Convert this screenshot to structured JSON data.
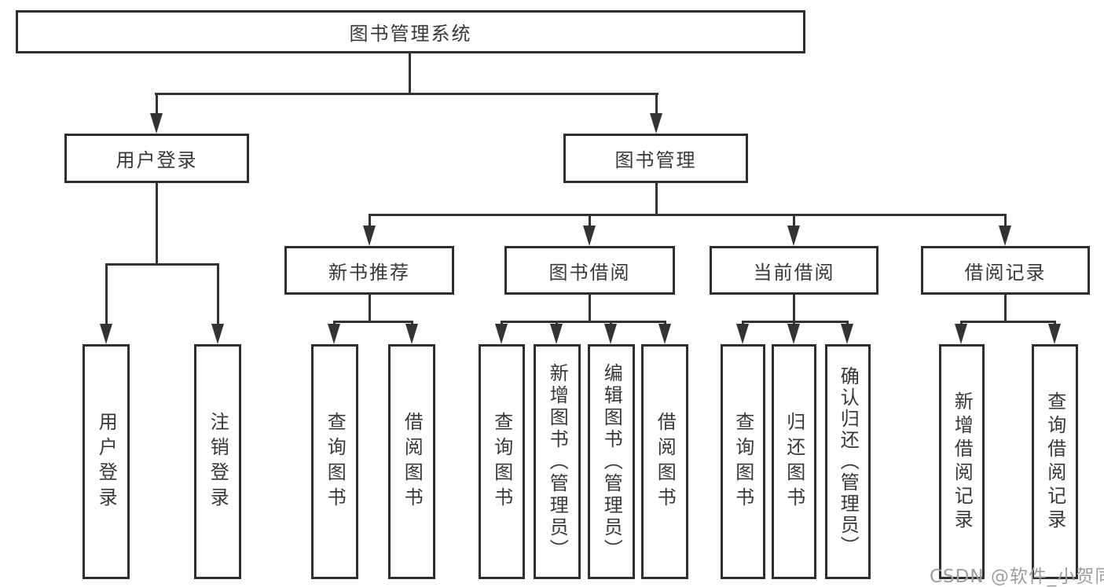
{
  "tree": {
    "label": "图书管理系统",
    "children": [
      {
        "label": "用户登录",
        "children": [
          {
            "label": "用户登录"
          },
          {
            "label": "注销登录"
          }
        ]
      },
      {
        "label": "图书管理",
        "children": [
          {
            "label": "新书推荐",
            "children": [
              {
                "label": "查询图书"
              },
              {
                "label": "借阅图书"
              }
            ]
          },
          {
            "label": "图书借阅",
            "children": [
              {
                "label": "查询图书"
              },
              {
                "label": "新增图书（管理员）"
              },
              {
                "label": "编辑图书（管理员）"
              },
              {
                "label": "借阅图书"
              }
            ]
          },
          {
            "label": "当前借阅",
            "children": [
              {
                "label": "查询图书"
              },
              {
                "label": "归还图书"
              },
              {
                "label": "确认归还（管理员）"
              }
            ]
          },
          {
            "label": "借阅记录",
            "children": [
              {
                "label": "新增借阅记录"
              },
              {
                "label": "查询借阅记录"
              }
            ]
          }
        ]
      }
    ]
  },
  "watermark": {
    "text": "CSDN @软件_小贺同学"
  },
  "colors": {
    "line": "#333333",
    "border": "#2e2e2e",
    "text": "#383838",
    "watermark_text": "#9e9e9e",
    "background": "#ffffff"
  }
}
